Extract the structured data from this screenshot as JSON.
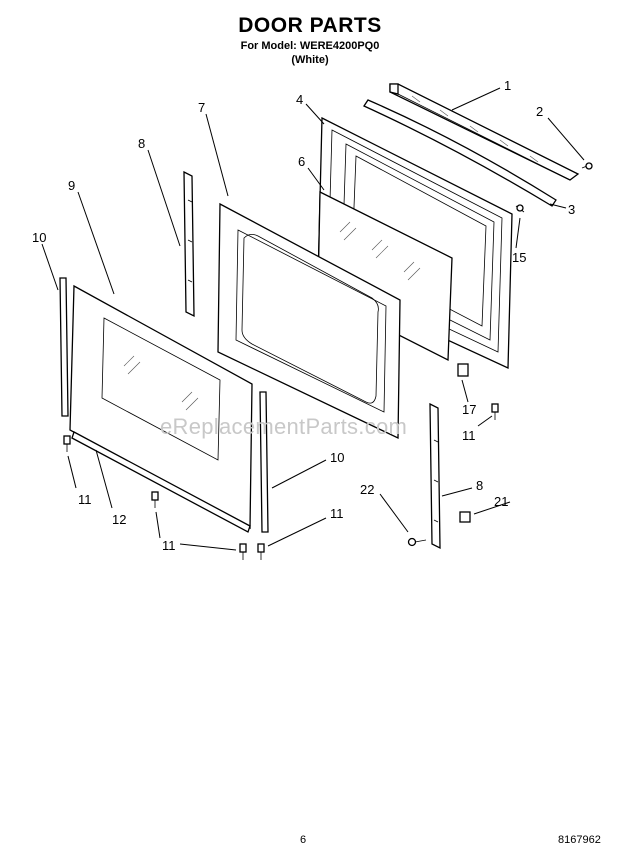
{
  "header": {
    "title": "DOOR PARTS",
    "model_line": "For Model: WERE4200PQ0",
    "variant": "(White)"
  },
  "watermark": "eReplacementParts.com",
  "footer": {
    "page_number": "6",
    "document_number": "8167962"
  },
  "callouts": {
    "c1": "1",
    "c2": "2",
    "c3": "3",
    "c4": "4",
    "c6": "6",
    "c7": "7",
    "c8a": "8",
    "c8b": "8",
    "c9": "9",
    "c10a": "10",
    "c10b": "10",
    "c11a": "11",
    "c11b": "11",
    "c11c": "11",
    "c11d": "11",
    "c12": "12",
    "c15": "15",
    "c17": "17",
    "c21": "21",
    "c22": "22"
  }
}
